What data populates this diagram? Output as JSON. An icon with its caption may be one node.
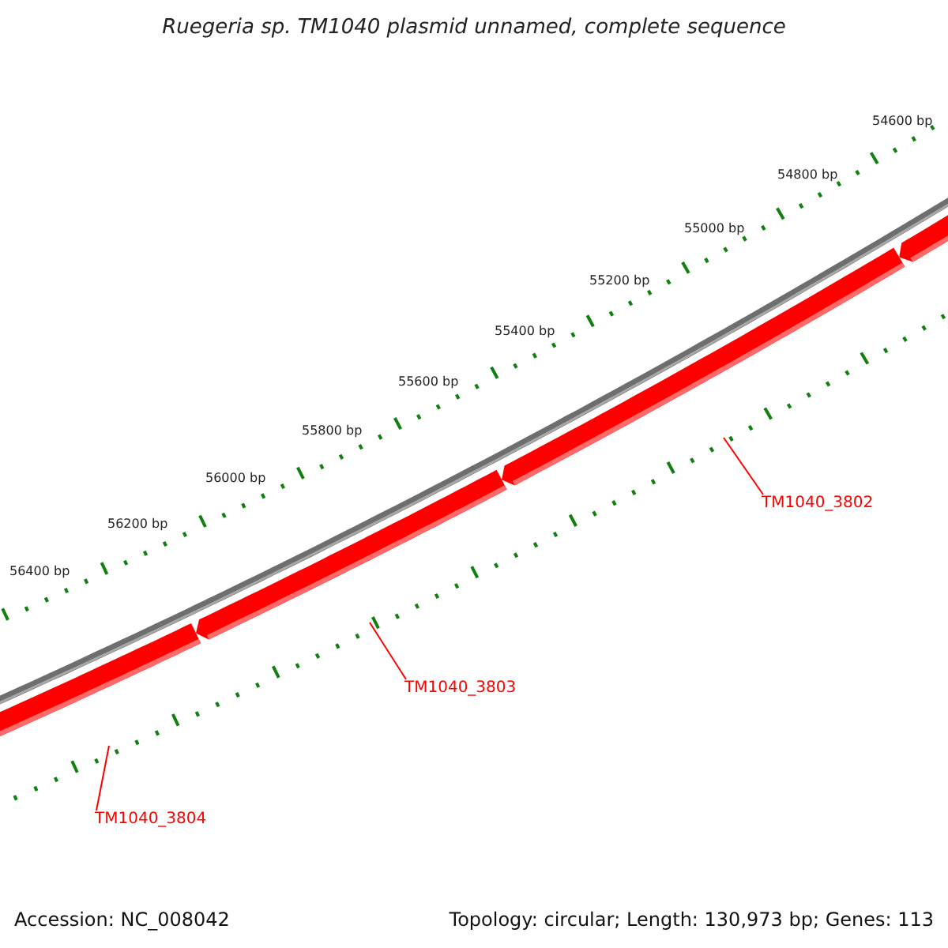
{
  "diagram": {
    "title": "Ruegeria sp. TM1040 plasmid unnamed, complete sequence",
    "nodes": [
      {
        "text": [],
        "shape": "bar"
      },
      {
        "text": [],
        "shape": "bar"
      },
      {
        "text": [],
        "shape": "bar"
      },
      {
        "text": [],
        "shape": "bar"
      },
      {
        "text": [
          "TM1040_3802"
        ]
      },
      {
        "text": [
          "TM1040_3803"
        ]
      },
      {
        "text": [
          "TM1040_3804"
        ]
      }
    ],
    "edges": [
      {
        "from": 4,
        "to": 2,
        "arrow": "none"
      },
      {
        "from": 5,
        "to": 1,
        "arrow": "none"
      },
      {
        "from": 6,
        "to": 0,
        "arrow": "none"
      }
    ],
    "labels": [
      "54600 bp",
      "54800 bp",
      "55000 bp",
      "55200 bp",
      "55400 bp",
      "55600 bp",
      "55800 bp",
      "56000 bp",
      "56200 bp",
      "56400 bp",
      "Accession: NC_008042",
      "Topology: circular; Length: 130,973 bp; Genes: 113"
    ]
  }
}
